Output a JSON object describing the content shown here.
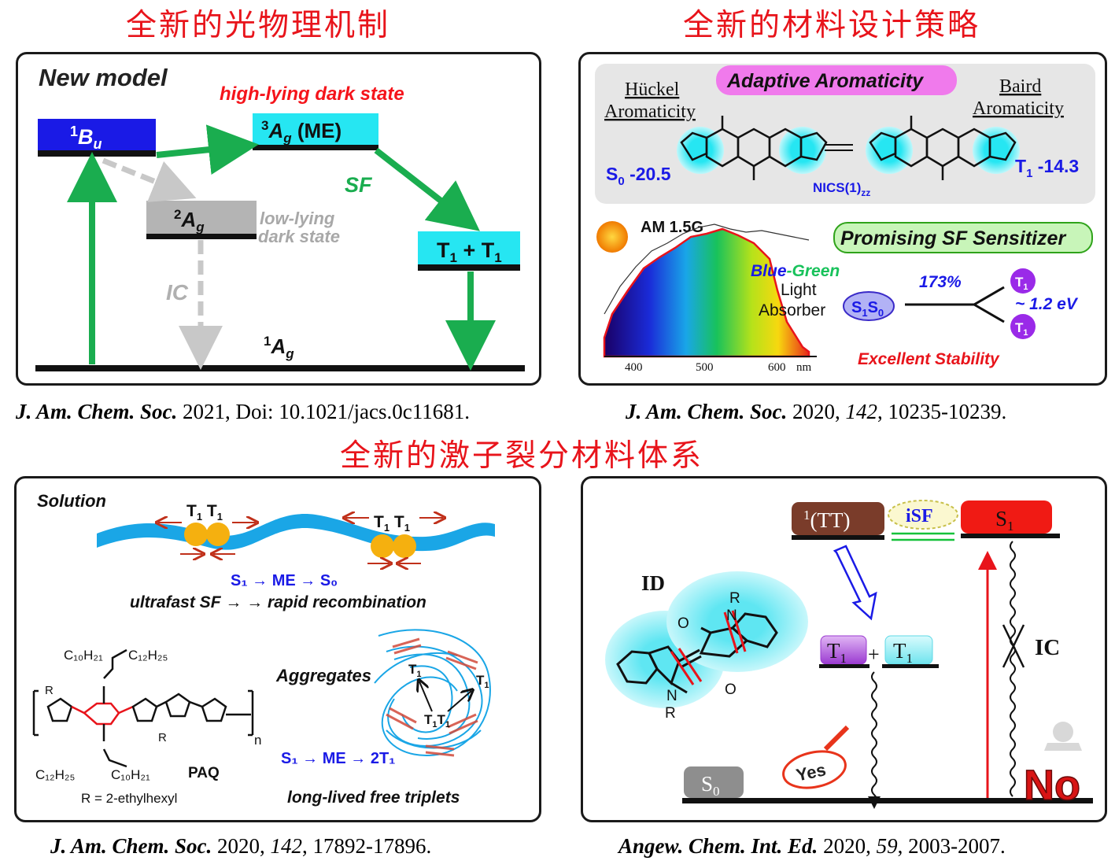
{
  "headings": {
    "top_left": "全新的光物理机制",
    "top_right": "全新的材料设计策略",
    "middle": "全新的激子裂分材料体系"
  },
  "panel_a": {
    "title": "New model",
    "dark_state_label": "high-lying dark state",
    "state_1Bu": "1",
    "state_1Bu_sym": "B",
    "state_1Bu_sub": "u",
    "state_3Ag_pre": "3",
    "state_3Ag_sym": "A",
    "state_3Ag_sub": "g",
    "state_3Ag_suffix": " (ME)",
    "state_2Ag_pre": "2",
    "state_2Ag_sym": "A",
    "state_2Ag_sub": "g",
    "low_lying_1": "low-lying",
    "low_lying_2": "dark state",
    "sf_label": "SF",
    "ic_label": "IC",
    "tt_T": "T",
    "tt_sub": "1",
    "tt_plus": " + ",
    "ground_pre": "1",
    "ground_sym": "A",
    "ground_sub": "g",
    "colors": {
      "blue": "#1a1ae6",
      "cyan": "#26e6f2",
      "gray": "#b4b4b4",
      "green": "#1aad4f"
    }
  },
  "panel_b": {
    "huckel_1": "Hückel",
    "huckel_2": "Aromaticity",
    "adaptive": "Adaptive Aromaticity",
    "baird_1": "Baird",
    "baird_2": "Aromaticity",
    "s0_label": "S",
    "s0_sub": "0",
    "s0_value": " -20.5",
    "t1_label": "T",
    "t1_sub": "1",
    "t1_value": " -14.3",
    "nics": "NICS(1)",
    "nics_sub": "zz",
    "am15": "AM 1.5G",
    "ticks": [
      "400",
      "500",
      "600"
    ],
    "tick_unit": "nm",
    "blue_word": "Blue",
    "green_word": "-Green",
    "light": "Light",
    "absorber": "Absorber",
    "sensitizer": "Promising SF Sensitizer",
    "efficiency": "173%",
    "energy": "~ 1.2 eV",
    "stability": "Excellent Stability",
    "s1s0_a": "S",
    "s1s0_a_sub": "1",
    "s1s0_b": "S",
    "s1s0_b_sub": "0",
    "t_bubble": "T",
    "t_bubble_sub": "1"
  },
  "panel_c": {
    "solution": "Solution",
    "tt_pair_T": "T",
    "tt_pair_sub": "1",
    "path1": "S₁ → ME → S₀",
    "path1_caption": "ultrafast SF → → rapid recombination",
    "aggregates": "Aggregates",
    "path2": "S₁ → ME → 2T₁",
    "path2_caption": "long-lived free triplets",
    "c10": "C₁₀H₂₁",
    "c12": "C₁₂H₂₅",
    "r_group": "R",
    "paq": "PAQ",
    "r_def": "R = 2-ethylhexyl",
    "n_label": "n"
  },
  "panel_d": {
    "tt_label": "(TT)",
    "tt_sup": "1",
    "isf": "iSF",
    "s1": "S",
    "s1_sub": "1",
    "t1": "T",
    "t1_sub": "1",
    "plus": "+",
    "ic": "IC",
    "s0": "S",
    "s0_sub": "0",
    "id": "ID",
    "r_group": "R",
    "n_atom": "N",
    "o_atom": "O",
    "yes": "Yes",
    "no": "No"
  },
  "citations": {
    "c1_journal": "J. Am. Chem. Soc.",
    "c1_rest": " 2021, Doi: 10.1021/jacs.0c11681.",
    "c2_journal": "J. Am. Chem. Soc.",
    "c2_year": " 2020, ",
    "c2_vol": "142",
    "c2_pages": ", 10235-10239.",
    "c3_journal": "J. Am. Chem. Soc.",
    "c3_year": " 2020, ",
    "c3_vol": "142",
    "c3_pages": ", 17892-17896.",
    "c4_journal": "Angew. Chem. Int. Ed.",
    "c4_year": " 2020, ",
    "c4_vol": "59",
    "c4_pages": ", 2003-2007."
  }
}
